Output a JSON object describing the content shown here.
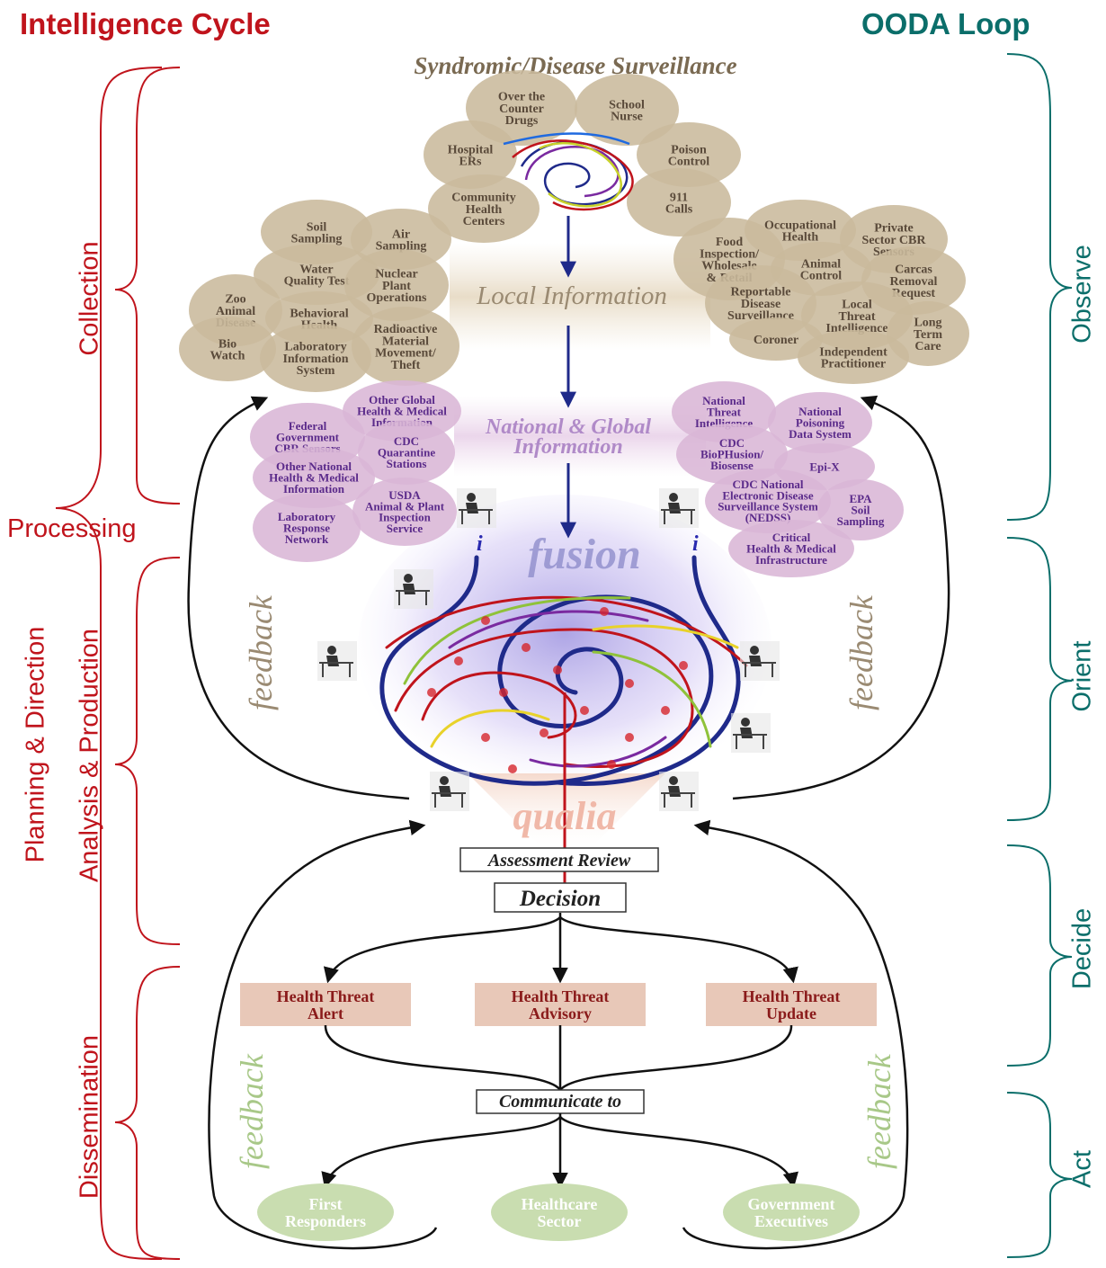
{
  "headers": {
    "intelligence_cycle": "Intelligence Cycle",
    "ooda_loop": "OODA Loop"
  },
  "left_labels": {
    "collection": "Collection",
    "processing": "Processing",
    "planning": "Planning & Direction",
    "analysis": "Analysis & Production",
    "dissemination": "Dissemination"
  },
  "right_labels": {
    "observe": "Observe",
    "orient": "Orient",
    "decide": "Decide",
    "act": "Act"
  },
  "titles": {
    "surveillance": "Syndromic/Disease Surveillance",
    "local": "Local Information",
    "national": [
      "National & Global",
      "Information"
    ],
    "fusion": "fusion",
    "qualia": "qualia",
    "assessment": "Assessment Review",
    "decision": "Decision",
    "communicate": "Communicate to",
    "feedback": "feedback",
    "info_marker": "i"
  },
  "surveillance_sources": [
    [
      "Over the",
      "Counter",
      "Drugs"
    ],
    [
      "School",
      "Nurse"
    ],
    [
      "Hospital",
      "ERs"
    ],
    [
      "Poison",
      "Control"
    ],
    [
      "Community",
      "Health",
      "Centers"
    ],
    [
      "911",
      "Calls"
    ]
  ],
  "local_left_sources": [
    [
      "Soil",
      "Sampling"
    ],
    [
      "Air",
      "Sampling"
    ],
    [
      "Water",
      "Quality Test"
    ],
    [
      "Nuclear",
      "Plant",
      "Operations"
    ],
    [
      "Zoo",
      "Animal",
      "Disease"
    ],
    [
      "Behavioral",
      "Health"
    ],
    [
      "Radioactive",
      "Material",
      "Movement/",
      "Theft"
    ],
    [
      "Bio",
      "Watch"
    ],
    [
      "Laboratory",
      "Information",
      "System"
    ]
  ],
  "local_right_sources": [
    [
      "Occupational",
      "Health"
    ],
    [
      "Private",
      "Sector CBR",
      "Sensors"
    ],
    [
      "Food",
      "Inspection/",
      "Wholesale",
      "& Retail"
    ],
    [
      "Animal",
      "Control"
    ],
    [
      "Carcas",
      "Removal",
      "Request"
    ],
    [
      "Reportable",
      "Disease",
      "Surveillance"
    ],
    [
      "Local",
      "Threat",
      "Intelligence"
    ],
    [
      "Long",
      "Term",
      "Care"
    ],
    [
      "Coroner"
    ],
    [
      "Independent",
      "Practitioner"
    ]
  ],
  "national_left_sources": [
    [
      "Other Global",
      "Health & Medical",
      "Information"
    ],
    [
      "Federal",
      "Government",
      "CBR Sensors"
    ],
    [
      "CDC",
      "Quarantine",
      "Stations"
    ],
    [
      "Other National",
      "Health & Medical",
      "Information"
    ],
    [
      "USDA",
      "Animal & Plant",
      "Inspection",
      "Service"
    ],
    [
      "Laboratory",
      "Response",
      "Network"
    ]
  ],
  "national_right_sources": [
    [
      "National",
      "Threat",
      "Intelligence"
    ],
    [
      "National",
      "Poisoning",
      "Data System"
    ],
    [
      "CDC",
      "BioPHusion/",
      "Biosense"
    ],
    [
      "Epi-X"
    ],
    [
      "CDC National",
      "Electronic Disease",
      "Surveillance System",
      "(NEDSS)"
    ],
    [
      "EPA",
      "Soil",
      "Sampling"
    ],
    [
      "Critical",
      "Health & Medical",
      "Infrastructure"
    ]
  ],
  "outputs": [
    [
      "Health Threat",
      "Alert"
    ],
    [
      "Health Threat",
      "Advisory"
    ],
    [
      "Health Threat",
      "Update"
    ]
  ],
  "recipients": [
    [
      "First",
      "Responders"
    ],
    [
      "Healthcare",
      "Sector"
    ],
    [
      "Government",
      "Executives"
    ]
  ],
  "colors": {
    "red_label": "#c0141c",
    "teal_label": "#0b6e6a",
    "tan_bubble": "#c9b99c",
    "purple_bubble": "#d9b6d6",
    "output_box": "#e8c8b8",
    "recipient_bubble": "#c9ddb0"
  }
}
